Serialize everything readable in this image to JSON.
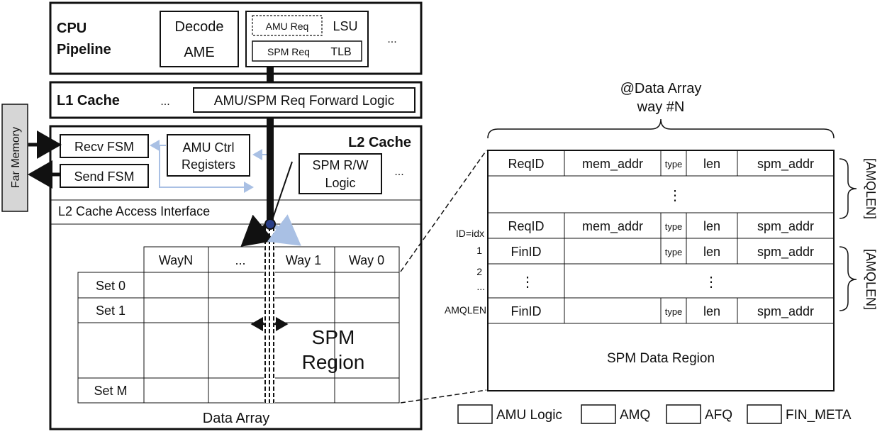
{
  "cpu": {
    "title_line1": "CPU",
    "title_line2": "Pipeline",
    "decode_line1": "Decode",
    "decode_line2": "AME",
    "amu_req": "AMU Req",
    "lsu": "LSU",
    "spm_req": "SPM Req",
    "tlb": "TLB",
    "ellipsis": "..."
  },
  "l1": {
    "title": "L1 Cache",
    "ellipsis": "...",
    "forward_logic": "AMU/SPM Req Forward Logic"
  },
  "far_memory": "Far Memory",
  "l2": {
    "title": "L2 Cache",
    "recv_fsm": "Recv FSM",
    "send_fsm": "Send FSM",
    "amu_ctrl_line1": "AMU Ctrl",
    "amu_ctrl_line2": "Registers",
    "spm_rw_line1": "SPM R/W",
    "spm_rw_line2": "Logic",
    "ellipsis": "...",
    "access_interface": "L2 Cache Access Interface"
  },
  "data_array": {
    "ways": [
      "WayN",
      "...",
      "Way 1",
      "Way 0"
    ],
    "sets": [
      "Set 0",
      "Set 1",
      "",
      "Set M"
    ],
    "spm_region_line1": "SPM",
    "spm_region_line2": "Region",
    "caption": "Data Array"
  },
  "detail": {
    "header_line1": "@Data Array",
    "header_line2": "way #N",
    "amq_rows": [
      [
        "ReqID",
        "mem_addr",
        "type",
        "len",
        "spm_addr"
      ],
      [
        "ReqID",
        "mem_addr",
        "type",
        "len",
        "spm_addr"
      ]
    ],
    "afq_rows": [
      [
        "FinID",
        "",
        "type",
        "len",
        "spm_addr"
      ],
      [
        "FinID",
        "",
        "type",
        "len",
        "spm_addr"
      ]
    ],
    "vdots": "⋮",
    "id_label": "ID=idx",
    "idx_labels": [
      "1",
      "2",
      "...",
      "AMQLEN"
    ],
    "bracket_label": "[AMQLEN]",
    "spm_data_region": "SPM Data Region"
  },
  "legend": [
    "AMU Logic",
    "AMQ",
    "AFQ",
    "FIN_META"
  ],
  "colors": {
    "accent_blue": "#a9c0e4",
    "ink": "#111111"
  }
}
